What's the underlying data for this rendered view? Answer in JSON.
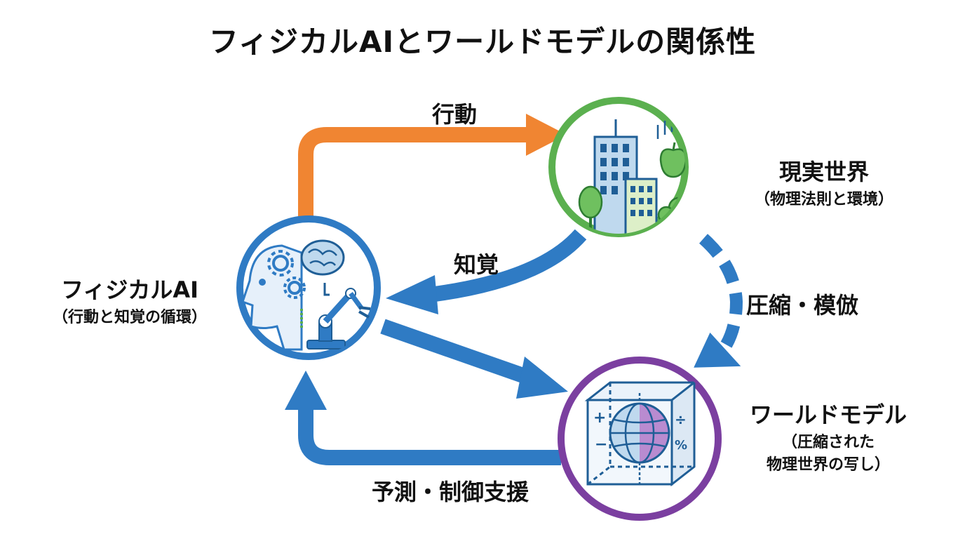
{
  "title": "フィジカルAIとワールドモデルの関係性",
  "nodes": {
    "physical_ai": {
      "name": "フィジカルAI",
      "desc": "（行動と知覚の循環）"
    },
    "real_world": {
      "name": "現実世界",
      "desc": "（物理法則と環境）"
    },
    "world_model": {
      "name": "ワールドモデル",
      "desc_line1": "（圧縮された",
      "desc_line2": "物理世界の写し）"
    }
  },
  "edges": {
    "action": "行動",
    "perception": "知覚",
    "compression": "圧縮・模倣",
    "prediction": "予測・制御支援"
  },
  "colors": {
    "orange": "#F08532",
    "blue": "#2F7BC4",
    "green": "#5BB04F",
    "purple": "#7B3FA0"
  }
}
